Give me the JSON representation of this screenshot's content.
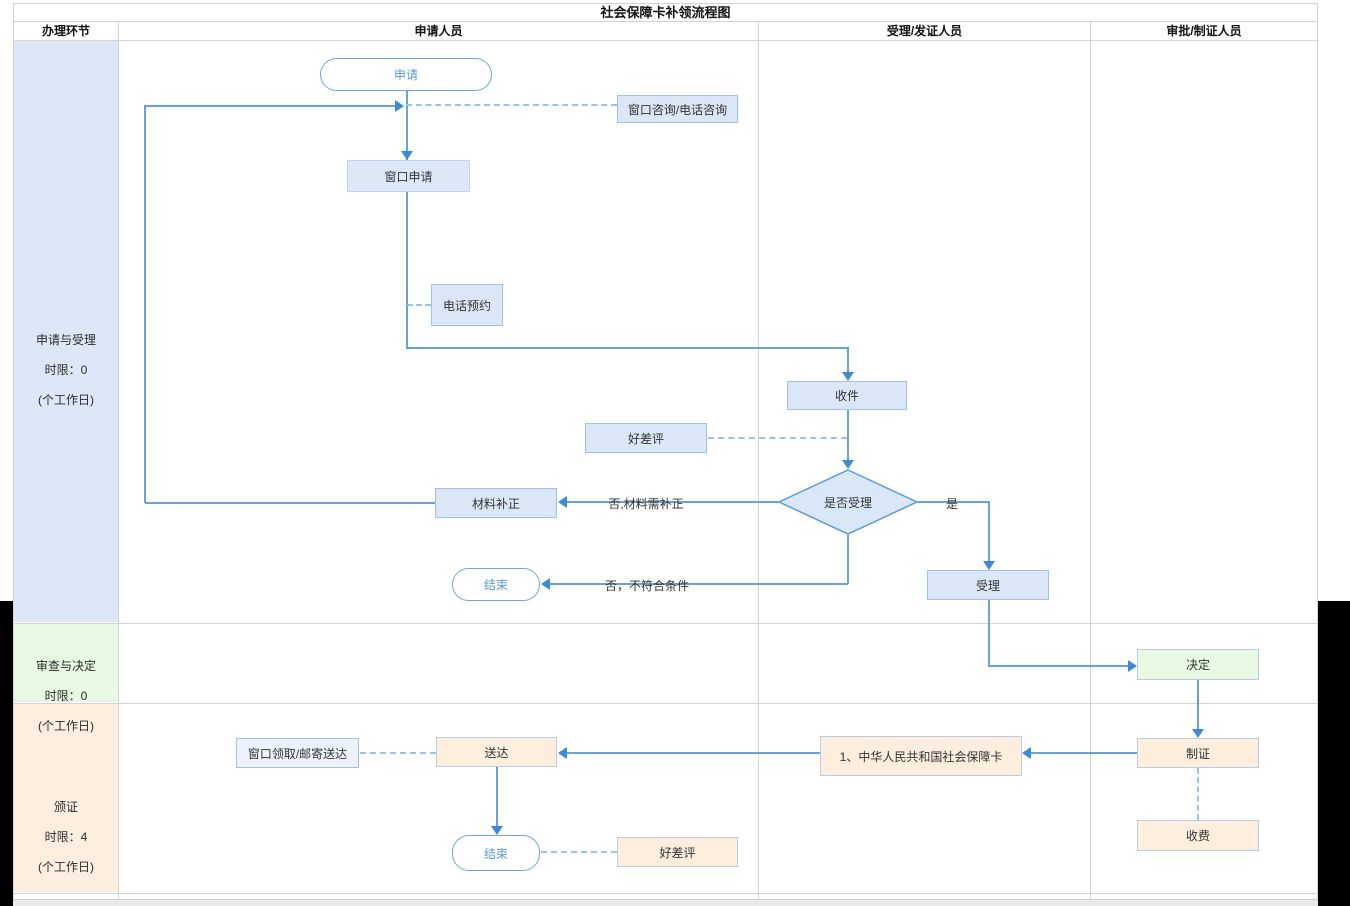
{
  "title": "社会保障卡补领流程图",
  "columns": {
    "c1": "办理环节",
    "c2": "申请人员",
    "c3": "受理/发证人员",
    "c4": "审批/制证人员"
  },
  "lanes": {
    "lane1": {
      "l1": "申请与受理",
      "l2": "时限：0",
      "l3": "(个工作日)"
    },
    "lane2": {
      "l1": "审查与决定",
      "l2": "时限：0",
      "l3": "(个工作日)"
    },
    "lane3": {
      "l1": "颁证",
      "l2": "时限：4",
      "l3": "(个工作日)"
    }
  },
  "nodes": {
    "start": "申请",
    "consult": "窗口咨询/电话咨询",
    "window_apply": "窗口申请",
    "phone_reserve": "电话预约",
    "receive": "收件",
    "rating1": "好差评",
    "decision": "是否受理",
    "material_fix": "材料补正",
    "end1": "结束",
    "accept": "受理",
    "decide": "决定",
    "make_card": "制证",
    "charge": "收费",
    "card_doc": "1、中华人民共和国社会保障卡",
    "deliver": "送达",
    "pickup": "窗口领取/邮寄送达",
    "end2": "结束",
    "rating2": "好差评"
  },
  "edge_labels": {
    "need_fix": "否,材料需补正",
    "not_qualified": "否，不符合条件",
    "yes": "是"
  },
  "colors": {
    "line": "#67a2d8",
    "arrow": "#3f8ad0",
    "node_blue_fill": "#dbe7f7",
    "node_blue_border": "#9fc3e7",
    "node_peach_fill": "#fdeede",
    "node_green_fill": "#e9fae4",
    "lane1_fill": "#dde7f7",
    "lane2_fill": "#e7f8e3",
    "lane3_fill": "#fdeee0"
  }
}
